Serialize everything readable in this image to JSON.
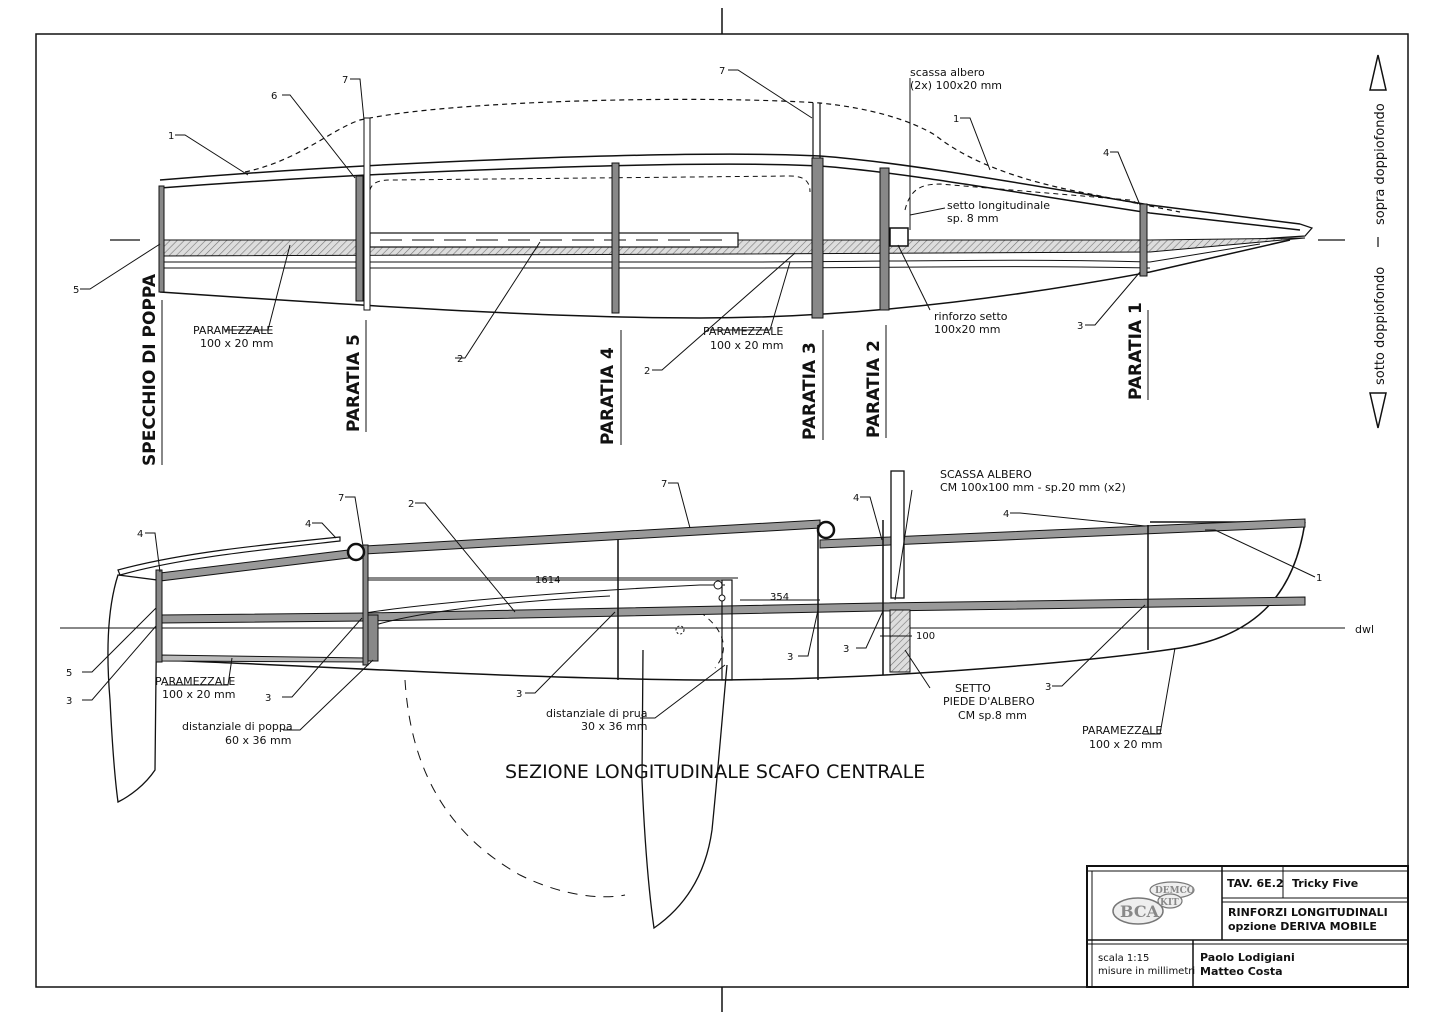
{
  "top_view": {
    "stations": {
      "transom": "SPECCHIO DI POPPA",
      "p5": "PARATIA 5",
      "p4": "PARATIA 4",
      "p3": "PARATIA 3",
      "p2": "PARATIA 2",
      "p1": "PARATIA 1"
    },
    "side_above": "sopra doppiofondo",
    "side_below": "sotto doppiofondo",
    "paramezzale_a": {
      "l1": "PARAMEZZALE",
      "l2": "100 x 20 mm"
    },
    "paramezzale_b": {
      "l1": "PARAMEZZALE",
      "l2": "100 x 20 mm"
    },
    "scassa": {
      "l1": "scassa albero",
      "l2": "(2x) 100x20 mm"
    },
    "setto_long": {
      "l1": "setto longitudinale",
      "l2": "sp. 8 mm"
    },
    "rinforzo": {
      "l1": "rinforzo setto",
      "l2": "100x20 mm"
    },
    "callouts": {
      "c1a": "1",
      "c6": "6",
      "c7a": "7",
      "c7b": "7",
      "c1b": "1",
      "c4": "4",
      "c5": "5",
      "c2a": "2",
      "c2b": "2",
      "c3": "3"
    }
  },
  "side_view": {
    "title": "SEZIONE LONGITUDINALE SCAFO CENTRALE",
    "scassa": {
      "l1": "SCASSA ALBERO",
      "l2": "CM 100x100 mm - sp.20 mm (x2)"
    },
    "setto": {
      "l1": "SETTO",
      "l2": "PIEDE D'ALBERO",
      "l3": "CM sp.8 mm"
    },
    "paramezzale_a": {
      "l1": "PARAMEZZALE",
      "l2": "100 x 20 mm"
    },
    "paramezzale_b": {
      "l1": "PARAMEZZALE",
      "l2": "100 x 20 mm"
    },
    "dist_poppa": {
      "l1": "distanziale di poppa",
      "l2": "60 x 36 mm"
    },
    "dist_prua": {
      "l1": "distanziale di prua",
      "l2": "30 x 36 mm"
    },
    "dims": {
      "d1614": "1614",
      "d354": "354",
      "d100": "100"
    },
    "dwl": "dwl",
    "callouts": {
      "c4a": "4",
      "c7a": "7",
      "c4b": "4",
      "c2": "2",
      "c7b": "7",
      "c4c": "4",
      "c4d": "4",
      "c1": "1",
      "c5": "5",
      "c3a": "3",
      "c3b": "3",
      "c3c": "3",
      "c3d": "3",
      "c3e": "3",
      "c3f": "3"
    }
  },
  "title_block": {
    "tav": "TAV. 6E.2",
    "project": "Tricky Five",
    "subject1": "RINFORZI LONGITUDINALI",
    "subject2": "opzione DERIVA MOBILE",
    "scale1": "scala 1:15",
    "scale2": "misure in millimetri",
    "author1": "Paolo Lodigiani",
    "author2": "Matteo Costa",
    "logo": {
      "bca": "BCA",
      "demco": "DEMCO",
      "kit": "KIT"
    }
  }
}
